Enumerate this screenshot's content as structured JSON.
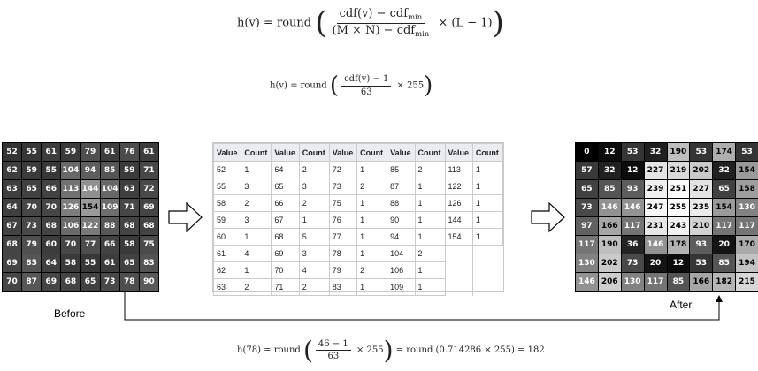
{
  "formula_general": {
    "lhs": "h(v) = round",
    "num": "cdf(v) − cdf",
    "num_sub": "min",
    "den": "(M × N) − cdf",
    "den_sub": "min",
    "tail": "× (L − 1)"
  },
  "formula_specific": {
    "lhs": "h(v) = round",
    "num": "cdf(v) − 1",
    "den": "63",
    "tail": "× 255"
  },
  "formula_example": {
    "lhs": "h(78) = round",
    "num": "46 − 1",
    "den": "63",
    "tail": "× 255",
    "rhs": "= round (0.714286 × 255) = 182"
  },
  "labels": {
    "before": "Before",
    "after": "After"
  },
  "before_grid": [
    [
      52,
      55,
      61,
      59,
      79,
      61,
      76,
      61
    ],
    [
      62,
      59,
      55,
      104,
      94,
      85,
      59,
      71
    ],
    [
      63,
      65,
      66,
      113,
      144,
      104,
      63,
      72
    ],
    [
      64,
      70,
      70,
      126,
      154,
      109,
      71,
      69
    ],
    [
      67,
      73,
      68,
      106,
      122,
      88,
      68,
      68
    ],
    [
      68,
      79,
      60,
      70,
      77,
      66,
      58,
      75
    ],
    [
      69,
      85,
      64,
      58,
      55,
      61,
      65,
      83
    ],
    [
      70,
      87,
      69,
      68,
      65,
      73,
      78,
      90
    ]
  ],
  "after_grid": [
    [
      0,
      12,
      53,
      32,
      190,
      53,
      174,
      53
    ],
    [
      57,
      32,
      12,
      227,
      219,
      202,
      32,
      154
    ],
    [
      65,
      85,
      93,
      239,
      251,
      227,
      65,
      158
    ],
    [
      73,
      146,
      146,
      247,
      255,
      235,
      154,
      130
    ],
    [
      97,
      166,
      117,
      231,
      243,
      210,
      117,
      117
    ],
    [
      117,
      190,
      36,
      146,
      178,
      93,
      20,
      170
    ],
    [
      130,
      202,
      73,
      20,
      12,
      53,
      85,
      194
    ],
    [
      146,
      206,
      130,
      117,
      85,
      166,
      182,
      215
    ]
  ],
  "freq_table": {
    "headers": [
      "Value",
      "Count",
      "Value",
      "Count",
      "Value",
      "Count",
      "Value",
      "Count",
      "Value",
      "Count"
    ],
    "rows": [
      [
        "52",
        "1",
        "64",
        "2",
        "72",
        "1",
        "85",
        "2",
        "113",
        "1"
      ],
      [
        "55",
        "3",
        "65",
        "3",
        "73",
        "2",
        "87",
        "1",
        "122",
        "1"
      ],
      [
        "58",
        "2",
        "66",
        "2",
        "75",
        "1",
        "88",
        "1",
        "126",
        "1"
      ],
      [
        "59",
        "3",
        "67",
        "1",
        "76",
        "1",
        "90",
        "1",
        "144",
        "1"
      ],
      [
        "60",
        "1",
        "68",
        "5",
        "77",
        "1",
        "94",
        "1",
        "154",
        "1"
      ],
      [
        "61",
        "4",
        "69",
        "3",
        "78",
        "1",
        "104",
        "2",
        "",
        ""
      ],
      [
        "62",
        "1",
        "70",
        "4",
        "79",
        "2",
        "106",
        "1",
        "",
        ""
      ],
      [
        "63",
        "2",
        "71",
        "2",
        "83",
        "1",
        "109",
        "1",
        "",
        ""
      ]
    ]
  }
}
